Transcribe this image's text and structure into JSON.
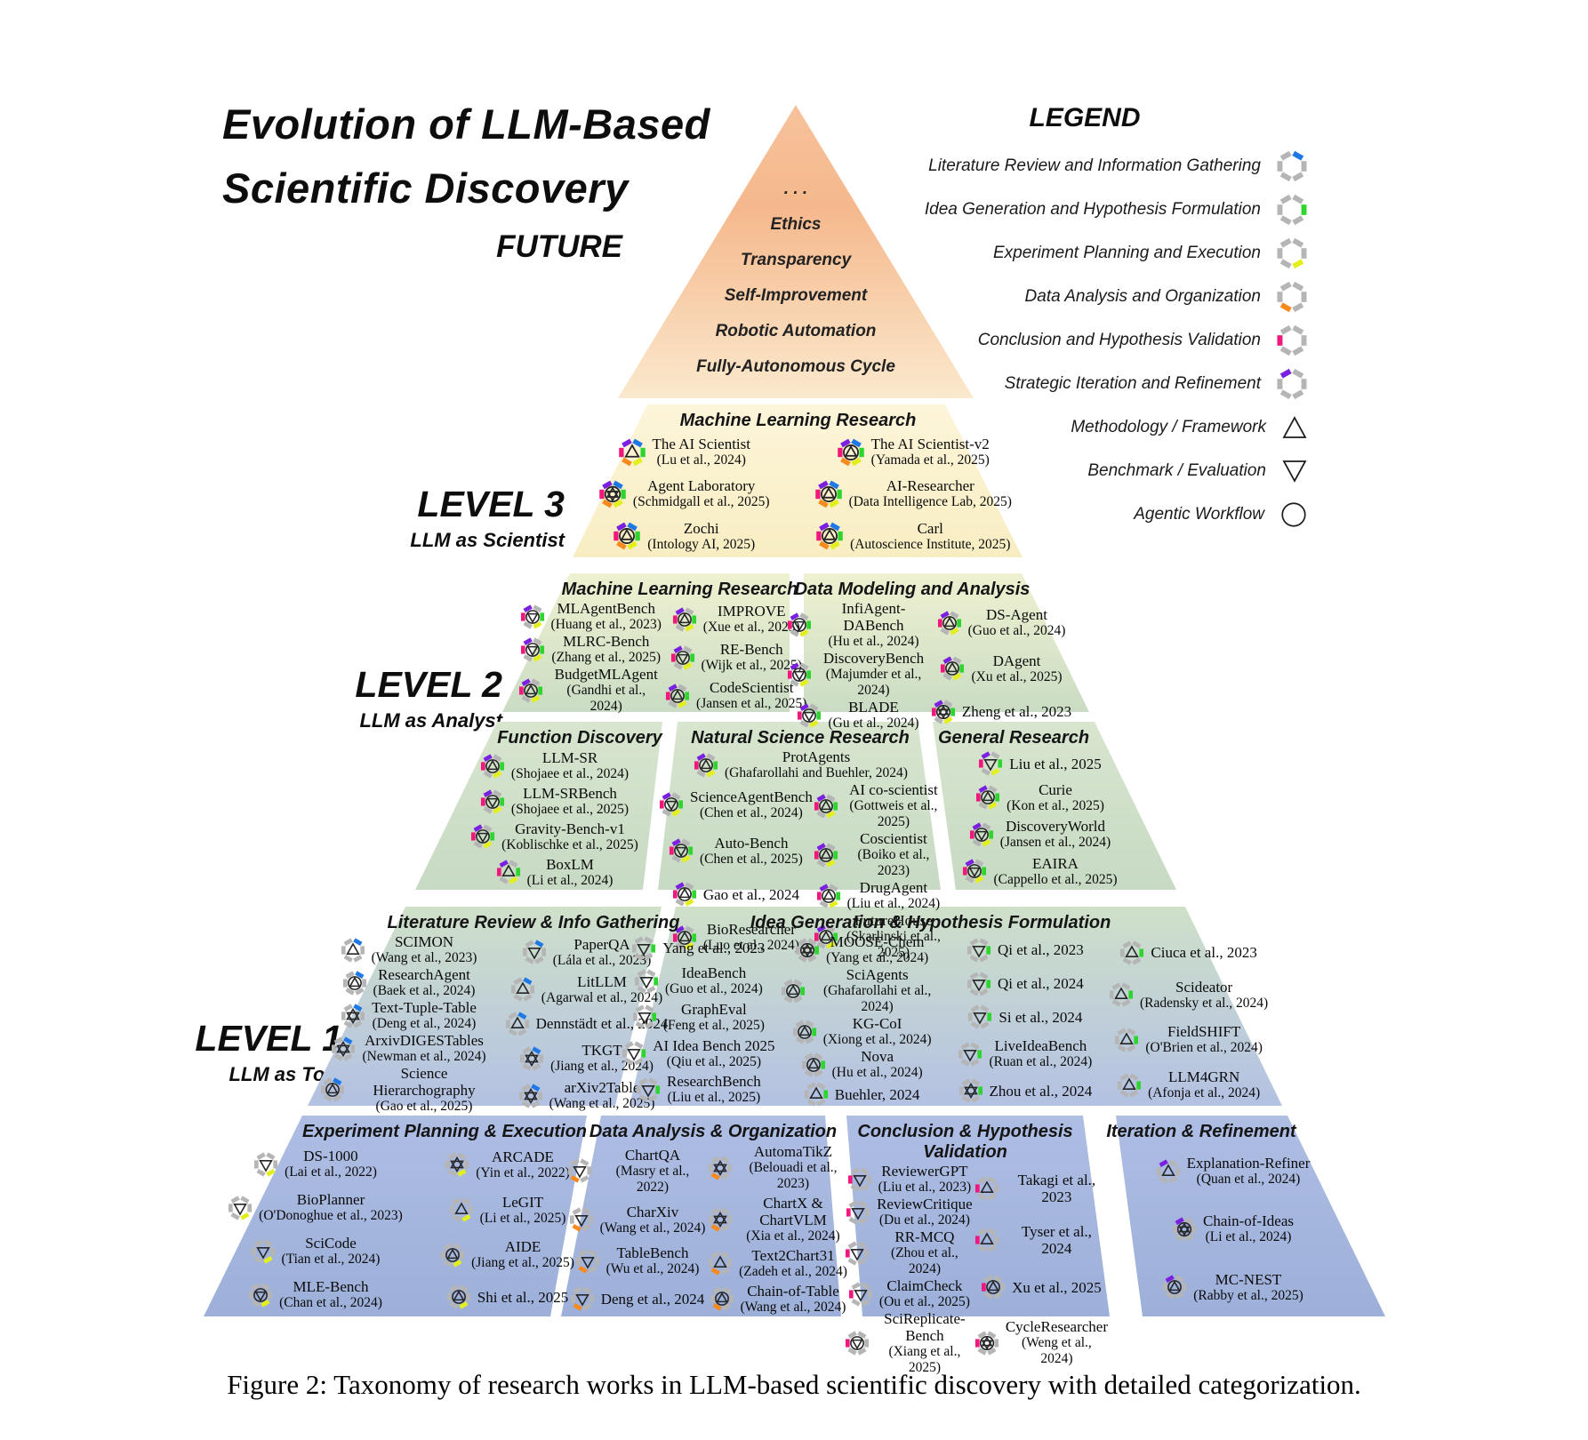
{
  "title": {
    "line1": "Evolution of LLM-Based",
    "line2": "Scientific Discovery"
  },
  "caption": "Figure 2: Taxonomy of research works in LLM-based scientific discovery with detailed categorization.",
  "future": {
    "label": "FUTURE",
    "items": [
      ". . .",
      "Ethics",
      "Transparency",
      "Self-Improvement",
      "Robotic Automation",
      "Fully-Autonomous Cycle"
    ]
  },
  "levels": [
    {
      "name": "LEVEL 3",
      "subtitle": "LLM as Scientist"
    },
    {
      "name": "LEVEL 2",
      "subtitle": "LLM as Analyst"
    },
    {
      "name": "LEVEL 1",
      "subtitle": "LLM as Tool"
    }
  ],
  "stage_colors": {
    "lit": "#1e78e6",
    "idea": "#2fd52f",
    "exp": "#e3ef1c",
    "data": "#f78a1d",
    "concl": "#f0187c",
    "iter": "#7b1fe0"
  },
  "hex_gray": "#b5b5b5",
  "legend": {
    "title": "LEGEND",
    "items": [
      {
        "label": "Literature Review and Information Gathering",
        "icon": "hex",
        "seg": "lit"
      },
      {
        "label": "Idea Generation and Hypothesis Formulation",
        "icon": "hex",
        "seg": "idea"
      },
      {
        "label": "Experiment Planning and Execution",
        "icon": "hex",
        "seg": "exp"
      },
      {
        "label": "Data Analysis and Organization",
        "icon": "hex",
        "seg": "data"
      },
      {
        "label": "Conclusion and Hypothesis Validation",
        "icon": "hex",
        "seg": "concl"
      },
      {
        "label": "Strategic Iteration and Refinement",
        "icon": "hex",
        "seg": "iter"
      },
      {
        "label": "Methodology / Framework",
        "icon": "tri-up"
      },
      {
        "label": "Benchmark / Evaluation",
        "icon": "tri-down"
      },
      {
        "label": "Agentic Workflow",
        "icon": "circle"
      }
    ]
  },
  "sections": [
    {
      "header": "Machine Learning Research",
      "level": 3,
      "segs": [
        "lit",
        "idea",
        "exp",
        "data",
        "concl",
        "iter"
      ],
      "columns": [
        [
          {
            "n": "The AI Scientist",
            "c": "(Lu et al., 2024)",
            "g": "tu"
          },
          {
            "n": "Agent Laboratory",
            "c": "(Schmidgall et al., 2025)",
            "g": "cs"
          },
          {
            "n": "Zochi",
            "c": "(Intology AI, 2025)",
            "g": "ct"
          }
        ],
        [
          {
            "n": "The AI Scientist-v2",
            "c": "(Yamada et al., 2025)",
            "g": "ct"
          },
          {
            "n": "AI-Researcher",
            "c": "(Data Intelligence Lab, 2025)",
            "g": "ct"
          },
          {
            "n": "Carl",
            "c": "(Autoscience Institute, 2025)",
            "g": "ct"
          }
        ]
      ]
    },
    {
      "header": "Machine Learning Research",
      "level": 2,
      "segs": [
        "iter",
        "concl",
        "idea",
        "exp"
      ],
      "columns": [
        [
          {
            "n": "MLAgentBench",
            "c": "(Huang et al., 2023)",
            "g": "ctd"
          },
          {
            "n": "MLRC-Bench",
            "c": "(Zhang et al., 2025)",
            "g": "ctd"
          },
          {
            "n": "BudgetMLAgent",
            "c": "(Gandhi et al., 2024)",
            "g": "ct"
          }
        ],
        [
          {
            "n": "IMPROVE",
            "c": "(Xue et al., 2025)",
            "g": "ct"
          },
          {
            "n": "RE-Bench",
            "c": "(Wijk et al., 2025)",
            "g": "ctd"
          },
          {
            "n": "CodeScientist",
            "c": "(Jansen et al., 2025)",
            "g": "ct"
          }
        ]
      ]
    },
    {
      "header": "Data Modeling and Analysis",
      "level": 2,
      "segs": [
        "iter",
        "concl",
        "idea",
        "exp"
      ],
      "columns": [
        [
          {
            "n": "InfiAgent-DABench",
            "c": "(Hu et al., 2024)",
            "g": "ctd"
          },
          {
            "n": "DiscoveryBench",
            "c": "(Majumder et al., 2024)",
            "g": "ctd"
          },
          {
            "n": "BLADE",
            "c": "(Gu et al., 2024)",
            "g": "ctd"
          }
        ],
        [
          {
            "n": "DS-Agent",
            "c": "(Guo et al., 2024)",
            "g": "ct"
          },
          {
            "n": "DAgent",
            "c": "(Xu et al., 2025)",
            "g": "ct"
          },
          {
            "n": "Zheng et al., 2023",
            "c": "",
            "g": "cs"
          }
        ]
      ]
    },
    {
      "header": "Function Discovery",
      "level": 2,
      "segs": [
        "iter",
        "concl",
        "idea",
        "exp"
      ],
      "columns": [
        [
          {
            "n": "LLM-SR",
            "c": "(Shojaee et al., 2024)",
            "g": "ct"
          },
          {
            "n": "LLM-SRBench",
            "c": "(Shojaee et al., 2025)",
            "g": "ctd"
          },
          {
            "n": "Gravity-Bench-v1",
            "c": "(Koblischke et al., 2025)",
            "g": "ctd"
          },
          {
            "n": "BoxLM",
            "c": "(Li et al., 2024)",
            "g": "tu"
          }
        ]
      ]
    },
    {
      "header": "Natural Science Research",
      "level": 2,
      "segs": [
        "iter",
        "concl",
        "idea",
        "exp"
      ],
      "top": [
        {
          "n": "ProtAgents",
          "c": "(Ghafarollahi and Buehler, 2024)",
          "g": "ct"
        }
      ],
      "columns": [
        [
          {
            "n": "ScienceAgentBench",
            "c": "(Chen et al., 2024)",
            "g": "ctd"
          },
          {
            "n": "Auto-Bench",
            "c": "(Chen et al., 2025)",
            "g": "ctd"
          },
          {
            "n": "Gao et al., 2024",
            "c": "",
            "g": "ct"
          },
          {
            "n": "BioResearcher",
            "c": "(Luo et al., 2024)",
            "g": "ct"
          }
        ],
        [
          {
            "n": "AI co-scientist",
            "c": "(Gottweis et al., 2025)",
            "g": "ct"
          },
          {
            "n": "Coscientist",
            "c": "(Boiko et al., 2023)",
            "g": "ct"
          },
          {
            "n": "DrugAgent",
            "c": "(Liu et al., 2024)",
            "g": "ct"
          },
          {
            "n": "FutureHouse",
            "c": "(Skarlinski et al., 2025)",
            "g": "ct"
          }
        ]
      ]
    },
    {
      "header": "General Research",
      "level": 2,
      "segs": [
        "iter",
        "concl",
        "idea",
        "exp"
      ],
      "columns": [
        [
          {
            "n": "Liu et al., 2025",
            "c": "",
            "g": "td"
          },
          {
            "n": "Curie",
            "c": "(Kon et al., 2025)",
            "g": "ct"
          },
          {
            "n": "DiscoveryWorld",
            "c": "(Jansen et al., 2024)",
            "g": "ctd"
          },
          {
            "n": "EAIRA",
            "c": "(Cappello et al., 2025)",
            "g": "ctd"
          }
        ]
      ]
    },
    {
      "header": "Literature Review & Info Gathering",
      "level": 1,
      "segs": [
        "lit"
      ],
      "columns": [
        [
          {
            "n": "SCIMON",
            "c": "(Wang et al., 2023)",
            "g": "tu"
          },
          {
            "n": "ResearchAgent",
            "c": "(Baek et al., 2024)",
            "g": "ct"
          },
          {
            "n": "Text-Tuple-Table",
            "c": "(Deng et al., 2024)",
            "g": "s"
          },
          {
            "n": "ArxivDIGESTables",
            "c": "(Newman et al., 2024)",
            "g": "s"
          },
          {
            "n": "Science Hierarchography",
            "c": "(Gao et al., 2025)",
            "g": "ct"
          }
        ],
        [
          {
            "n": "PaperQA",
            "c": "(Lála et al., 2023)",
            "g": "td"
          },
          {
            "n": "LitLLM",
            "c": "(Agarwal et al., 2024)",
            "g": "tu"
          },
          {
            "n": "Dennstädt et al., 2024",
            "c": "",
            "g": "tu"
          },
          {
            "n": "TKGT",
            "c": "(Jiang et al., 2024)",
            "g": "s"
          },
          {
            "n": "arXiv2Table",
            "c": "(Wang et al., 2025)",
            "g": "s"
          }
        ]
      ]
    },
    {
      "header": "Idea Generation & Hypothesis Formulation",
      "level": 1,
      "segs": [
        "idea"
      ],
      "columns": [
        [
          {
            "n": "Yang et al., 2023",
            "c": "",
            "g": "td"
          },
          {
            "n": "IdeaBench",
            "c": "(Guo et al., 2024)",
            "g": "td"
          },
          {
            "n": "GraphEval",
            "c": "(Feng et al., 2025)",
            "g": "td"
          },
          {
            "n": "AI Idea Bench 2025",
            "c": "(Qiu et al., 2025)",
            "g": "td"
          },
          {
            "n": "ResearchBench",
            "c": "(Liu et al., 2025)",
            "g": "td"
          }
        ],
        [
          {
            "n": "MOOSE-Chem",
            "c": "(Yang et al., 2024)",
            "g": "cs"
          },
          {
            "n": "SciAgents",
            "c": "(Ghafarollahi et al., 2024)",
            "g": "ct"
          },
          {
            "n": "KG-CoI",
            "c": "(Xiong et al., 2024)",
            "g": "ct"
          },
          {
            "n": "Nova",
            "c": "(Hu et al., 2024)",
            "g": "ct"
          },
          {
            "n": "Buehler, 2024",
            "c": "",
            "g": "tu"
          }
        ],
        [
          {
            "n": "Qi et al., 2023",
            "c": "",
            "g": "td"
          },
          {
            "n": "Qi et al., 2024",
            "c": "",
            "g": "td"
          },
          {
            "n": "Si et al., 2024",
            "c": "",
            "g": "td"
          },
          {
            "n": "LiveIdeaBench",
            "c": "(Ruan et al., 2024)",
            "g": "td"
          },
          {
            "n": "Zhou et al., 2024",
            "c": "",
            "g": "s"
          }
        ],
        [
          {
            "n": "Ciuca et al., 2023",
            "c": "",
            "g": "tu"
          },
          {
            "n": "Scideator",
            "c": "(Radensky et al., 2024)",
            "g": "tu"
          },
          {
            "n": "FieldSHIFT",
            "c": "(O'Brien et al., 2024)",
            "g": "tu"
          },
          {
            "n": "LLM4GRN",
            "c": "(Afonja et al., 2024)",
            "g": "tu"
          }
        ]
      ]
    },
    {
      "header": "Experiment Planning & Execution",
      "level": 1,
      "segs": [
        "exp"
      ],
      "columns": [
        [
          {
            "n": "DS-1000",
            "c": "(Lai et al., 2022)",
            "g": "td"
          },
          {
            "n": "BioPlanner",
            "c": "(O'Donoghue et al., 2023)",
            "g": "td"
          },
          {
            "n": "SciCode",
            "c": "(Tian et al., 2024)",
            "g": "td"
          },
          {
            "n": "MLE-Bench",
            "c": "(Chan et al., 2024)",
            "g": "ctd"
          }
        ],
        [
          {
            "n": "ARCADE",
            "c": "(Yin et al., 2022)",
            "g": "s"
          },
          {
            "n": "LeGIT",
            "c": "(Li et al., 2025)",
            "g": "tu"
          },
          {
            "n": "AIDE",
            "c": "(Jiang et al., 2025)",
            "g": "ct"
          },
          {
            "n": "Shi et al., 2025",
            "c": "",
            "g": "ct"
          }
        ]
      ]
    },
    {
      "header": "Data Analysis & Organization",
      "level": 1,
      "segs": [
        "data"
      ],
      "columns": [
        [
          {
            "n": "ChartQA",
            "c": "(Masry et al., 2022)",
            "g": "td"
          },
          {
            "n": "CharXiv",
            "c": "(Wang et al., 2024)",
            "g": "td"
          },
          {
            "n": "TableBench",
            "c": "(Wu et al., 2024)",
            "g": "td"
          },
          {
            "n": "Deng et al., 2024",
            "c": "",
            "g": "td"
          }
        ],
        [
          {
            "n": "AutomaTikZ",
            "c": "(Belouadi et al., 2023)",
            "g": "s"
          },
          {
            "n": "ChartX & ChartVLM",
            "c": "(Xia et al., 2024)",
            "g": "s"
          },
          {
            "n": "Text2Chart31",
            "c": "(Zadeh et al., 2024)",
            "g": "tu"
          },
          {
            "n": "Chain-of-Table",
            "c": "(Wang et al., 2024)",
            "g": "ct"
          }
        ]
      ]
    },
    {
      "header": "Conclusion & Hypothesis Validation",
      "level": 1,
      "segs": [
        "concl"
      ],
      "columns": [
        [
          {
            "n": "ReviewerGPT",
            "c": "(Liu et al., 2023)",
            "g": "td"
          },
          {
            "n": "ReviewCritique",
            "c": "(Du et al., 2024)",
            "g": "td"
          },
          {
            "n": "RR-MCQ",
            "c": "(Zhou et al., 2024)",
            "g": "td"
          },
          {
            "n": "ClaimCheck",
            "c": "(Ou et al., 2025)",
            "g": "td"
          },
          {
            "n": "SciReplicate-Bench",
            "c": "(Xiang et al., 2025)",
            "g": "ctd"
          }
        ],
        [
          {
            "n": "Takagi et al., 2023",
            "c": "",
            "g": "tu"
          },
          {
            "n": "Tyser et al., 2024",
            "c": "",
            "g": "tu"
          },
          {
            "n": "Xu et al., 2025",
            "c": "",
            "g": "ct"
          },
          {
            "n": "CycleResearcher",
            "c": "(Weng et al., 2024)",
            "g": "cs"
          }
        ]
      ]
    },
    {
      "header": "Iteration & Refinement",
      "level": 1,
      "segs": [
        "iter"
      ],
      "columns": [
        [
          {
            "n": "Explanation-Refiner",
            "c": "(Quan et al., 2024)",
            "g": "tu"
          },
          {
            "n": "Chain-of-Ideas",
            "c": "(Li et al., 2024)",
            "g": "cs"
          },
          {
            "n": "MC-NEST",
            "c": "(Rabby et al., 2025)",
            "g": "ct"
          }
        ]
      ]
    }
  ]
}
